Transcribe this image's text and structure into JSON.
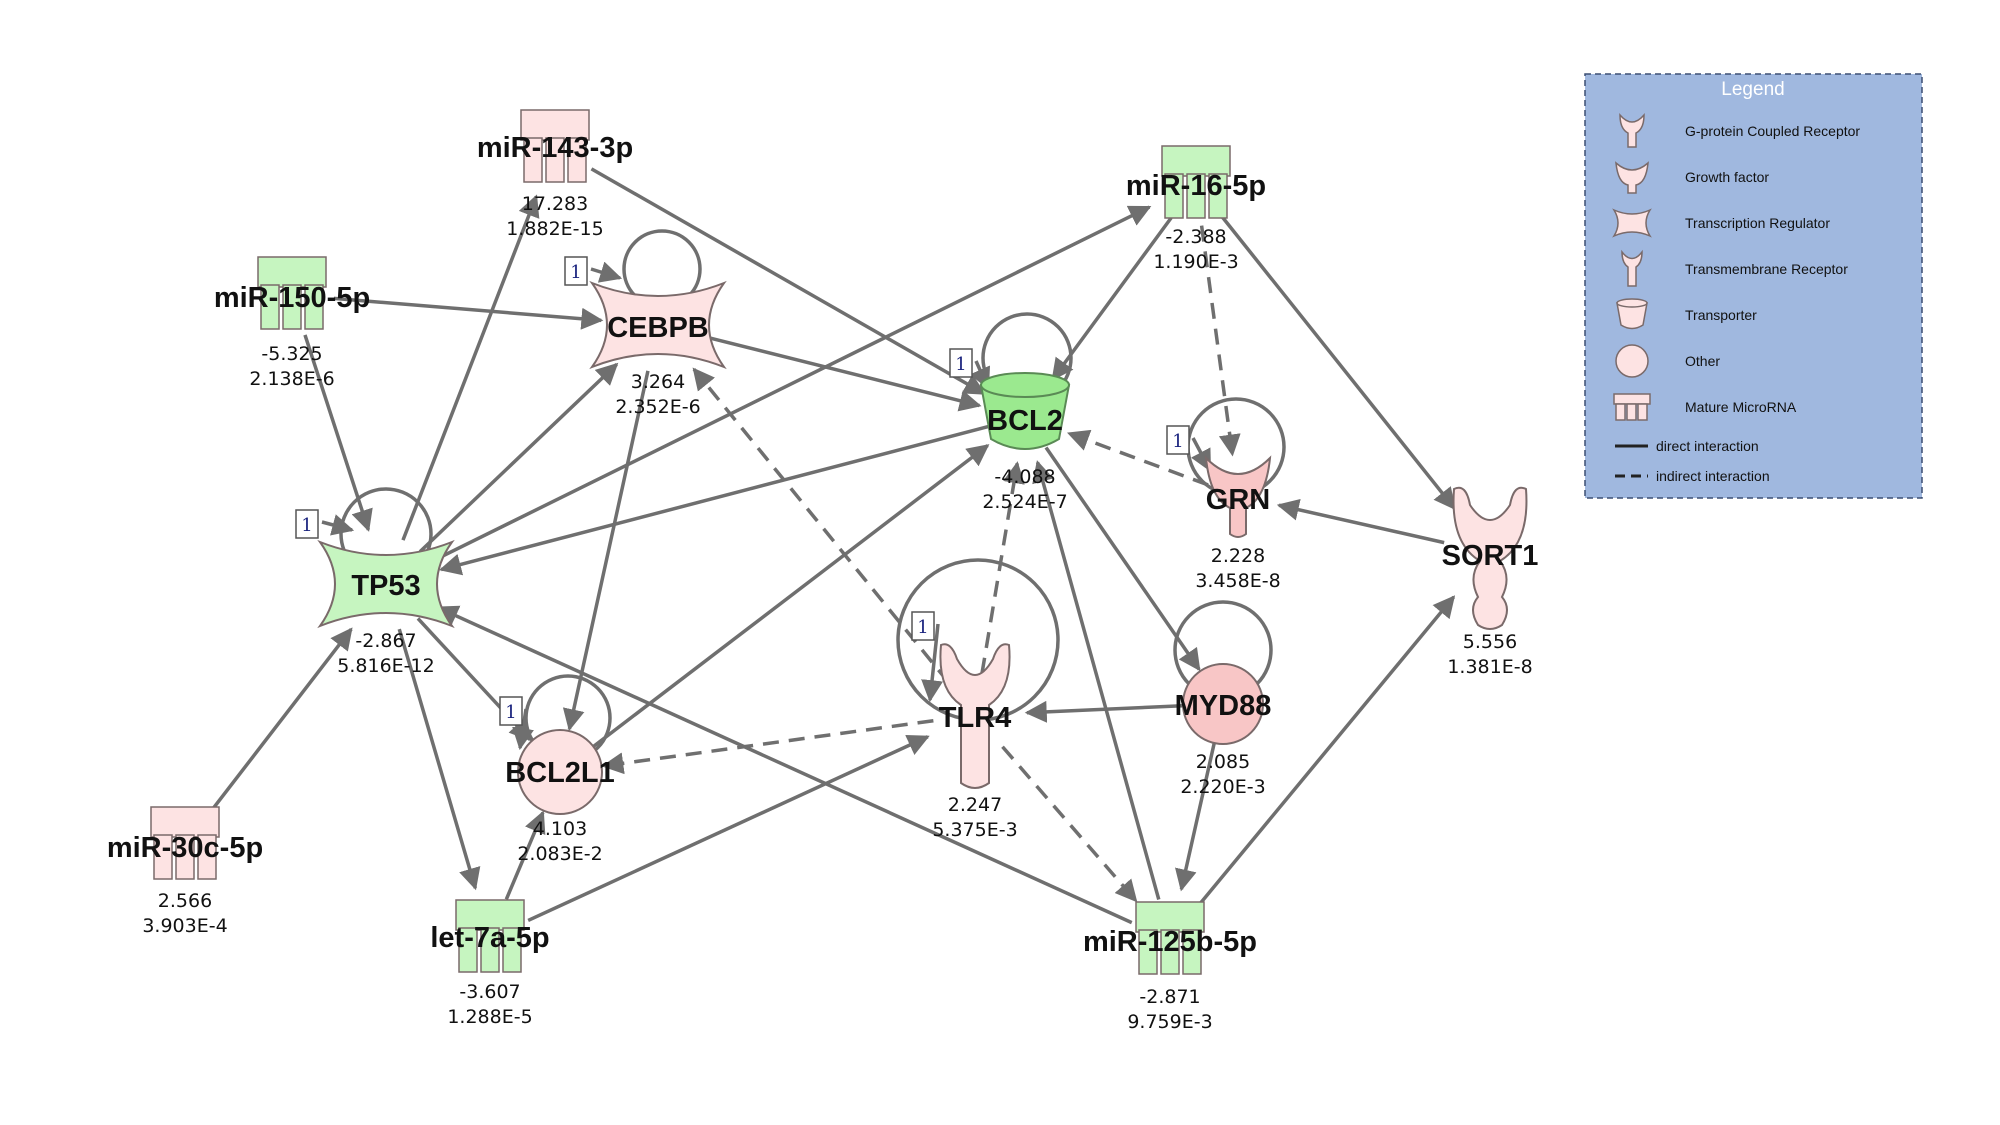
{
  "colors": {
    "down": "#c6f5c0",
    "down_strong": "#9be98f",
    "up": "#fde3e3",
    "up_strong": "#f8c6c6",
    "edge": "#6f6f6f",
    "legend_bg": "#a0b8df"
  },
  "legend": {
    "title": "Legend",
    "items": [
      {
        "label": "G-protein Coupled Receptor",
        "icon": "gpcr-icon"
      },
      {
        "label": "Growth factor",
        "icon": "growth-factor-icon"
      },
      {
        "label": "Transcription Regulator",
        "icon": "transcription-regulator-icon"
      },
      {
        "label": "Transmembrane Receptor",
        "icon": "transmembrane-receptor-icon"
      },
      {
        "label": "Transporter",
        "icon": "transporter-icon"
      },
      {
        "label": "Other",
        "icon": "other-icon"
      },
      {
        "label": "Mature MicroRNA",
        "icon": "mature-microrna-icon"
      }
    ],
    "direct": "direct interaction",
    "indirect": "indirect interaction"
  },
  "nodes": [
    {
      "id": "mir143",
      "name": "miR-143-3p",
      "type": "mirna",
      "fold": "17.283",
      "pvalue": "1.882E-15",
      "regulation": "up"
    },
    {
      "id": "mir150",
      "name": "miR-150-5p",
      "type": "mirna",
      "fold": "-5.325",
      "pvalue": "2.138E-6",
      "regulation": "down"
    },
    {
      "id": "cebpb",
      "name": "CEBPB",
      "type": "transcription-regulator",
      "fold": "3.264",
      "pvalue": "2.352E-6",
      "regulation": "up"
    },
    {
      "id": "mir16",
      "name": "miR-16-5p",
      "type": "mirna",
      "fold": "-2.388",
      "pvalue": "1.190E-3",
      "regulation": "down"
    },
    {
      "id": "bcl2",
      "name": "BCL2",
      "type": "transporter",
      "fold": "-4.088",
      "pvalue": "2.524E-7",
      "regulation": "down"
    },
    {
      "id": "grn",
      "name": "GRN",
      "type": "growth-factor",
      "fold": "2.228",
      "pvalue": "3.458E-8",
      "regulation": "up"
    },
    {
      "id": "sort1",
      "name": "SORT1",
      "type": "gpcr",
      "fold": "5.556",
      "pvalue": "1.381E-8",
      "regulation": "up"
    },
    {
      "id": "tp53",
      "name": "TP53",
      "type": "transcription-regulator",
      "fold": "-2.867",
      "pvalue": "5.816E-12",
      "regulation": "down"
    },
    {
      "id": "tlr4",
      "name": "TLR4",
      "type": "transmembrane-receptor",
      "fold": "2.247",
      "pvalue": "5.375E-3",
      "regulation": "up"
    },
    {
      "id": "myd88",
      "name": "MYD88",
      "type": "other",
      "fold": "2.085",
      "pvalue": "2.220E-3",
      "regulation": "up"
    },
    {
      "id": "bcl2l1",
      "name": "BCL2L1",
      "type": "other",
      "fold": "4.103",
      "pvalue": "2.083E-2",
      "regulation": "up"
    },
    {
      "id": "mir30c",
      "name": "miR-30c-5p",
      "type": "mirna",
      "fold": "2.566",
      "pvalue": "3.903E-4",
      "regulation": "up"
    },
    {
      "id": "let7a",
      "name": "let-7a-5p",
      "type": "mirna",
      "fold": "-3.607",
      "pvalue": "1.288E-5",
      "regulation": "down"
    },
    {
      "id": "mir125b",
      "name": "miR-125b-5p",
      "type": "mirna",
      "fold": "-2.871",
      "pvalue": "9.759E-3",
      "regulation": "down"
    }
  ],
  "self_loop_badge": "1",
  "edges": [
    {
      "from": "mir143",
      "to": "bcl2",
      "style": "direct"
    },
    {
      "from": "tp53",
      "to": "mir143",
      "style": "direct"
    },
    {
      "from": "mir150",
      "to": "cebpb",
      "style": "direct"
    },
    {
      "from": "mir150",
      "to": "tp53",
      "style": "direct"
    },
    {
      "from": "cebpb",
      "to": "bcl2",
      "style": "direct"
    },
    {
      "from": "cebpb",
      "to": "bcl2l1",
      "style": "direct"
    },
    {
      "from": "tp53",
      "to": "cebpb",
      "style": "direct"
    },
    {
      "from": "tp53",
      "to": "mir16",
      "style": "direct"
    },
    {
      "from": "bcl2",
      "to": "tp53",
      "style": "direct"
    },
    {
      "from": "mir16",
      "to": "bcl2",
      "style": "direct"
    },
    {
      "from": "mir16",
      "to": "grn",
      "style": "indirect"
    },
    {
      "from": "mir16",
      "to": "sort1",
      "style": "direct"
    },
    {
      "from": "grn",
      "to": "bcl2",
      "style": "indirect"
    },
    {
      "from": "sort1",
      "to": "grn",
      "style": "direct"
    },
    {
      "from": "tlr4",
      "to": "bcl2",
      "style": "indirect"
    },
    {
      "from": "tlr4",
      "to": "cebpb",
      "style": "indirect"
    },
    {
      "from": "bcl2",
      "to": "myd88",
      "style": "direct"
    },
    {
      "from": "mir125b",
      "to": "bcl2",
      "style": "direct"
    },
    {
      "from": "myd88",
      "to": "tlr4",
      "style": "direct"
    },
    {
      "from": "myd88",
      "to": "mir125b",
      "style": "direct"
    },
    {
      "from": "tlr4",
      "to": "mir125b",
      "style": "indirect"
    },
    {
      "from": "tlr4",
      "to": "bcl2l1",
      "style": "indirect"
    },
    {
      "from": "mir125b",
      "to": "tp53",
      "style": "direct"
    },
    {
      "from": "mir125b",
      "to": "sort1",
      "style": "direct"
    },
    {
      "from": "let7a",
      "to": "tlr4",
      "style": "direct"
    },
    {
      "from": "let7a",
      "to": "bcl2l1",
      "style": "direct"
    },
    {
      "from": "mir30c",
      "to": "tp53",
      "style": "direct"
    },
    {
      "from": "tp53",
      "to": "let7a",
      "style": "direct"
    },
    {
      "from": "tp53",
      "to": "bcl2l1",
      "style": "direct"
    },
    {
      "from": "bcl2l1",
      "to": "bcl2",
      "style": "direct"
    }
  ]
}
